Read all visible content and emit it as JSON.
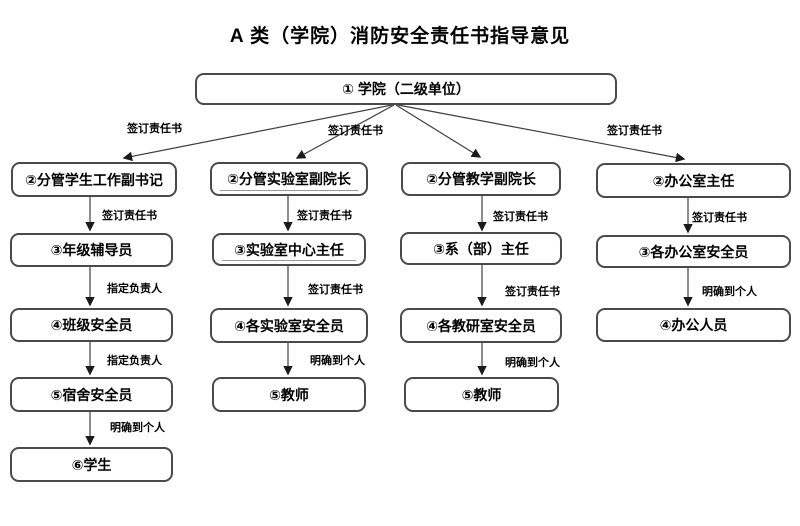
{
  "title": "A 类（学院）消防安全责任书指导意见",
  "diagram": {
    "root_label": "① 学院（二级单位）",
    "fan_labels": [
      "签订责任书",
      "签订责任书",
      "签订责任书"
    ],
    "columns": [
      {
        "boxes": [
          "②分管学生工作副书记",
          "③年级辅导员",
          "④班级安全员",
          "⑤宿舍安全员",
          "⑥学生"
        ],
        "edge_labels": [
          "签订责任书",
          "指定负责人",
          "指定负责人",
          "明确到个人"
        ]
      },
      {
        "boxes": [
          "②分管实验室副院长",
          "③实验室中心主任",
          "④各实验室安全员",
          "⑤教师"
        ],
        "edge_labels": [
          "签订责任书",
          "签订责任书",
          "明确到个人"
        ]
      },
      {
        "boxes": [
          "②分管教学副院长",
          "③系（部）主任",
          "④各教研室安全员",
          "⑤教师"
        ],
        "edge_labels": [
          "签订责任书",
          "签订责任书",
          "明确到个人"
        ]
      },
      {
        "boxes": [
          "②办公室主任",
          "③各办公室安全员",
          "④办公人员"
        ],
        "edge_labels": [
          "签订责任书",
          "明确到个人"
        ]
      }
    ]
  },
  "colors": {
    "background": "#ffffff",
    "box_border": "#4a4a4a",
    "line": "#3f3f3f",
    "text": "#000000"
  }
}
